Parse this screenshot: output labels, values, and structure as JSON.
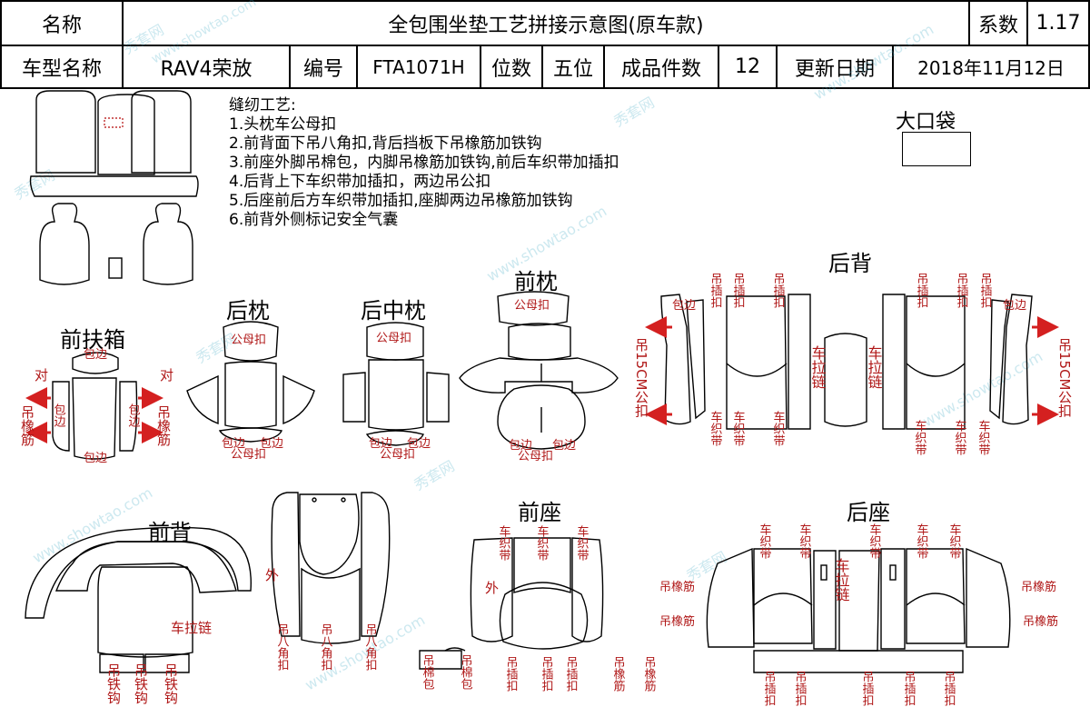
{
  "header": {
    "name_label": "名称",
    "title": "全包围坐垫工艺拼接示意图(原车款)",
    "coef_label": "系数",
    "coef_value": "1.17",
    "model_label": "车型名称",
    "model_value": "RAV4荣放",
    "code_label": "编号",
    "code_value": "FTA1071H",
    "seats_label": "位数",
    "seats_value": "五位",
    "count_label": "成品件数",
    "count_value": "12",
    "date_label": "更新日期",
    "date_value": "2018年11月12日"
  },
  "notes": {
    "title": "缝纫工艺:",
    "items": [
      "1.头枕车公母扣",
      "2.前背面下吊八角扣,背后挡板下吊橡筋加铁钩",
      "3.前座外脚吊棉包，内脚吊橡筋加铁钩,前后车织带加插扣",
      "4.后背上下车织带加插扣，两边吊公扣",
      "5.后座前后方车织带加插扣,座脚两边吊橡筋加铁钩",
      "6.前背外侧标记安全气囊"
    ]
  },
  "big_bag": "大口袋",
  "sections": {
    "front_armrest": "前扶箱",
    "rear_headrest": "后枕",
    "rear_middle_headrest": "后中枕",
    "front_headrest": "前枕",
    "rear_back": "后背",
    "front_back": "前背",
    "front_seat": "前座",
    "rear_seat": "后座"
  },
  "labels": {
    "edge": "包边",
    "pair": "对",
    "hang_rubber": "吊橡筋",
    "male_female_snap": "公母扣",
    "hang_insert": "吊插扣",
    "car_strap": "车织带",
    "car_zipper": "车拉链",
    "hang_15cm_snap": "吊15CM公扣",
    "hang_iron_hook": "吊铁钩",
    "outer": "外",
    "hang_octagon": "吊八角扣",
    "hang_cotton": "吊棉包",
    "hang_rubber_short": "吊橡筋"
  },
  "watermark": [
    "秀套网",
    "www.showtao.com"
  ],
  "colors": {
    "label_red": "#b01818",
    "arrow_red": "#d42020",
    "watermark": "#4ab0c9"
  }
}
